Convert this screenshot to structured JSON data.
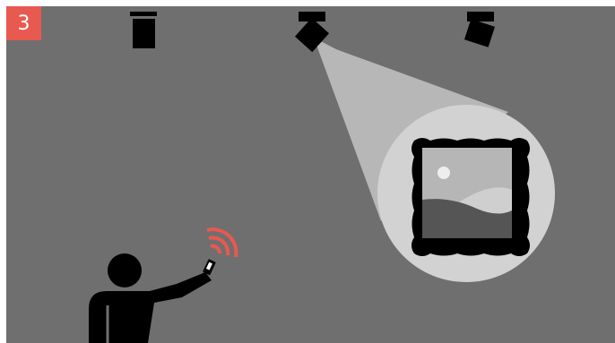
{
  "step": {
    "number": "3"
  },
  "colors": {
    "background": "#6f6f6f",
    "accent": "#e8594f",
    "silhouette": "#000000",
    "beam": "#b7b7b7",
    "spotlight_circle": "#d2d2d2",
    "painting_sky": "#b6b6b6",
    "painting_hill_far": "#cfcfcf",
    "painting_hill_near": "#555555",
    "sun": "#eeeeee"
  },
  "icons": {
    "lights": [
      "ceiling-light-icon",
      "ceiling-light-icon",
      "ceiling-light-icon"
    ],
    "painting": "framed-painting-icon",
    "person": "person-silhouette-icon",
    "remote": "remote-control-icon",
    "signal": "wireless-signal-icon"
  },
  "lights": {
    "active": 2,
    "states": [
      "idle",
      "aimed-at-painting",
      "tilted"
    ]
  }
}
